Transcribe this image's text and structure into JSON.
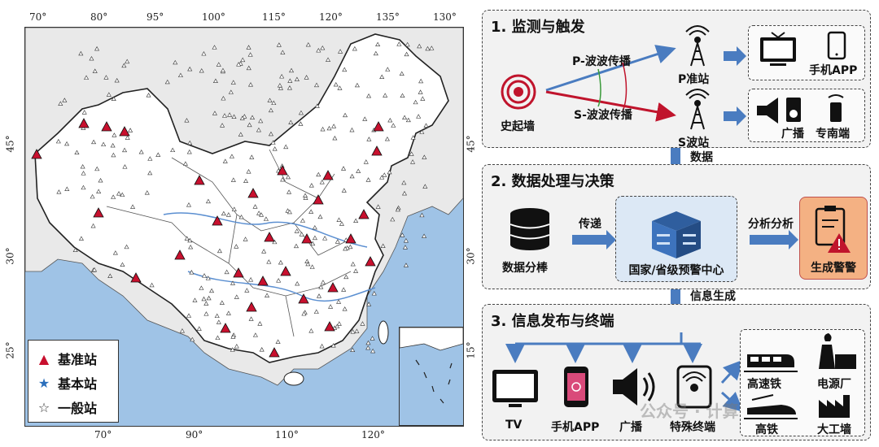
{
  "map": {
    "lon_labels_top": [
      "70°",
      "80°",
      "95°",
      "100°",
      "115°",
      "120°",
      "135°",
      "130°"
    ],
    "lon_labels_bottom": [
      "70°",
      "90°",
      "110°",
      "120°"
    ],
    "lat_labels_left": [
      "45°",
      "30°",
      "25°"
    ],
    "lat_labels_right": [
      "45°",
      "30°",
      "15°"
    ],
    "legend": [
      {
        "symbol": "▲",
        "label": "基准站",
        "color": "#c8102e"
      },
      {
        "symbol": "★",
        "label": "基本站",
        "color": "#2a6ebb"
      },
      {
        "symbol": "☆",
        "label": "一般站",
        "color": "#333333"
      }
    ]
  },
  "sections": [
    {
      "title": "1. 监测与触发"
    },
    {
      "title": "2. 数据处理与决策"
    },
    {
      "title": "3. 信息发布与终端"
    }
  ],
  "stage1": {
    "source_label": "史起墙",
    "p_wave_label": "P-波波传播",
    "s_wave_label": "S-波波传播",
    "p_station_label": "P准站",
    "s_station_label": "S波站",
    "p_outputs": [
      "手机APP"
    ],
    "s_outputs": [
      "广播",
      "专南端"
    ]
  },
  "connector_1_2": "数据\n传递",
  "stage2": {
    "data_label": "数据分棒",
    "arrow1_label": "传递",
    "center_label": "国家/省级预警中心",
    "arrow2_label": "分析分析",
    "alert_label": "生成警警"
  },
  "connector_2_3": "信息生成",
  "stage3": {
    "terminals": [
      "TV",
      "手机APP",
      "广播",
      "特殊终端"
    ],
    "industries": [
      "高速铁",
      "电源厂",
      "高铁",
      "大工墙"
    ]
  },
  "watermark": "公众号 · 计算"
}
